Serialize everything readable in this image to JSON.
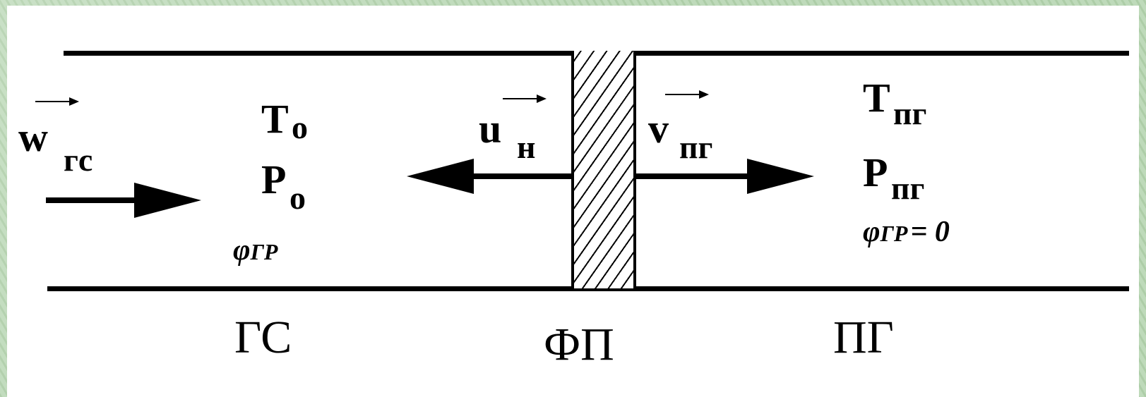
{
  "left_zone": {
    "name": "ГС",
    "flow": {
      "symbol": "w",
      "sub": "гс"
    },
    "temperature": {
      "symbol": "T",
      "sub": "o"
    },
    "pressure": {
      "symbol": "P",
      "sub": "o"
    },
    "phi": {
      "symbol": "φ",
      "sub": "ГР"
    }
  },
  "front_zone": {
    "name": "ФП",
    "velocity": {
      "symbol": "u",
      "sub": "н"
    }
  },
  "right_zone": {
    "name": "ПГ",
    "velocity": {
      "symbol": "v",
      "sub": "пг"
    },
    "temperature": {
      "symbol": "T",
      "sub": "пг"
    },
    "pressure": {
      "symbol": "P",
      "sub": "пг"
    },
    "phi": {
      "symbol": "φ",
      "sub": "ГР",
      "value": "= 0"
    }
  }
}
